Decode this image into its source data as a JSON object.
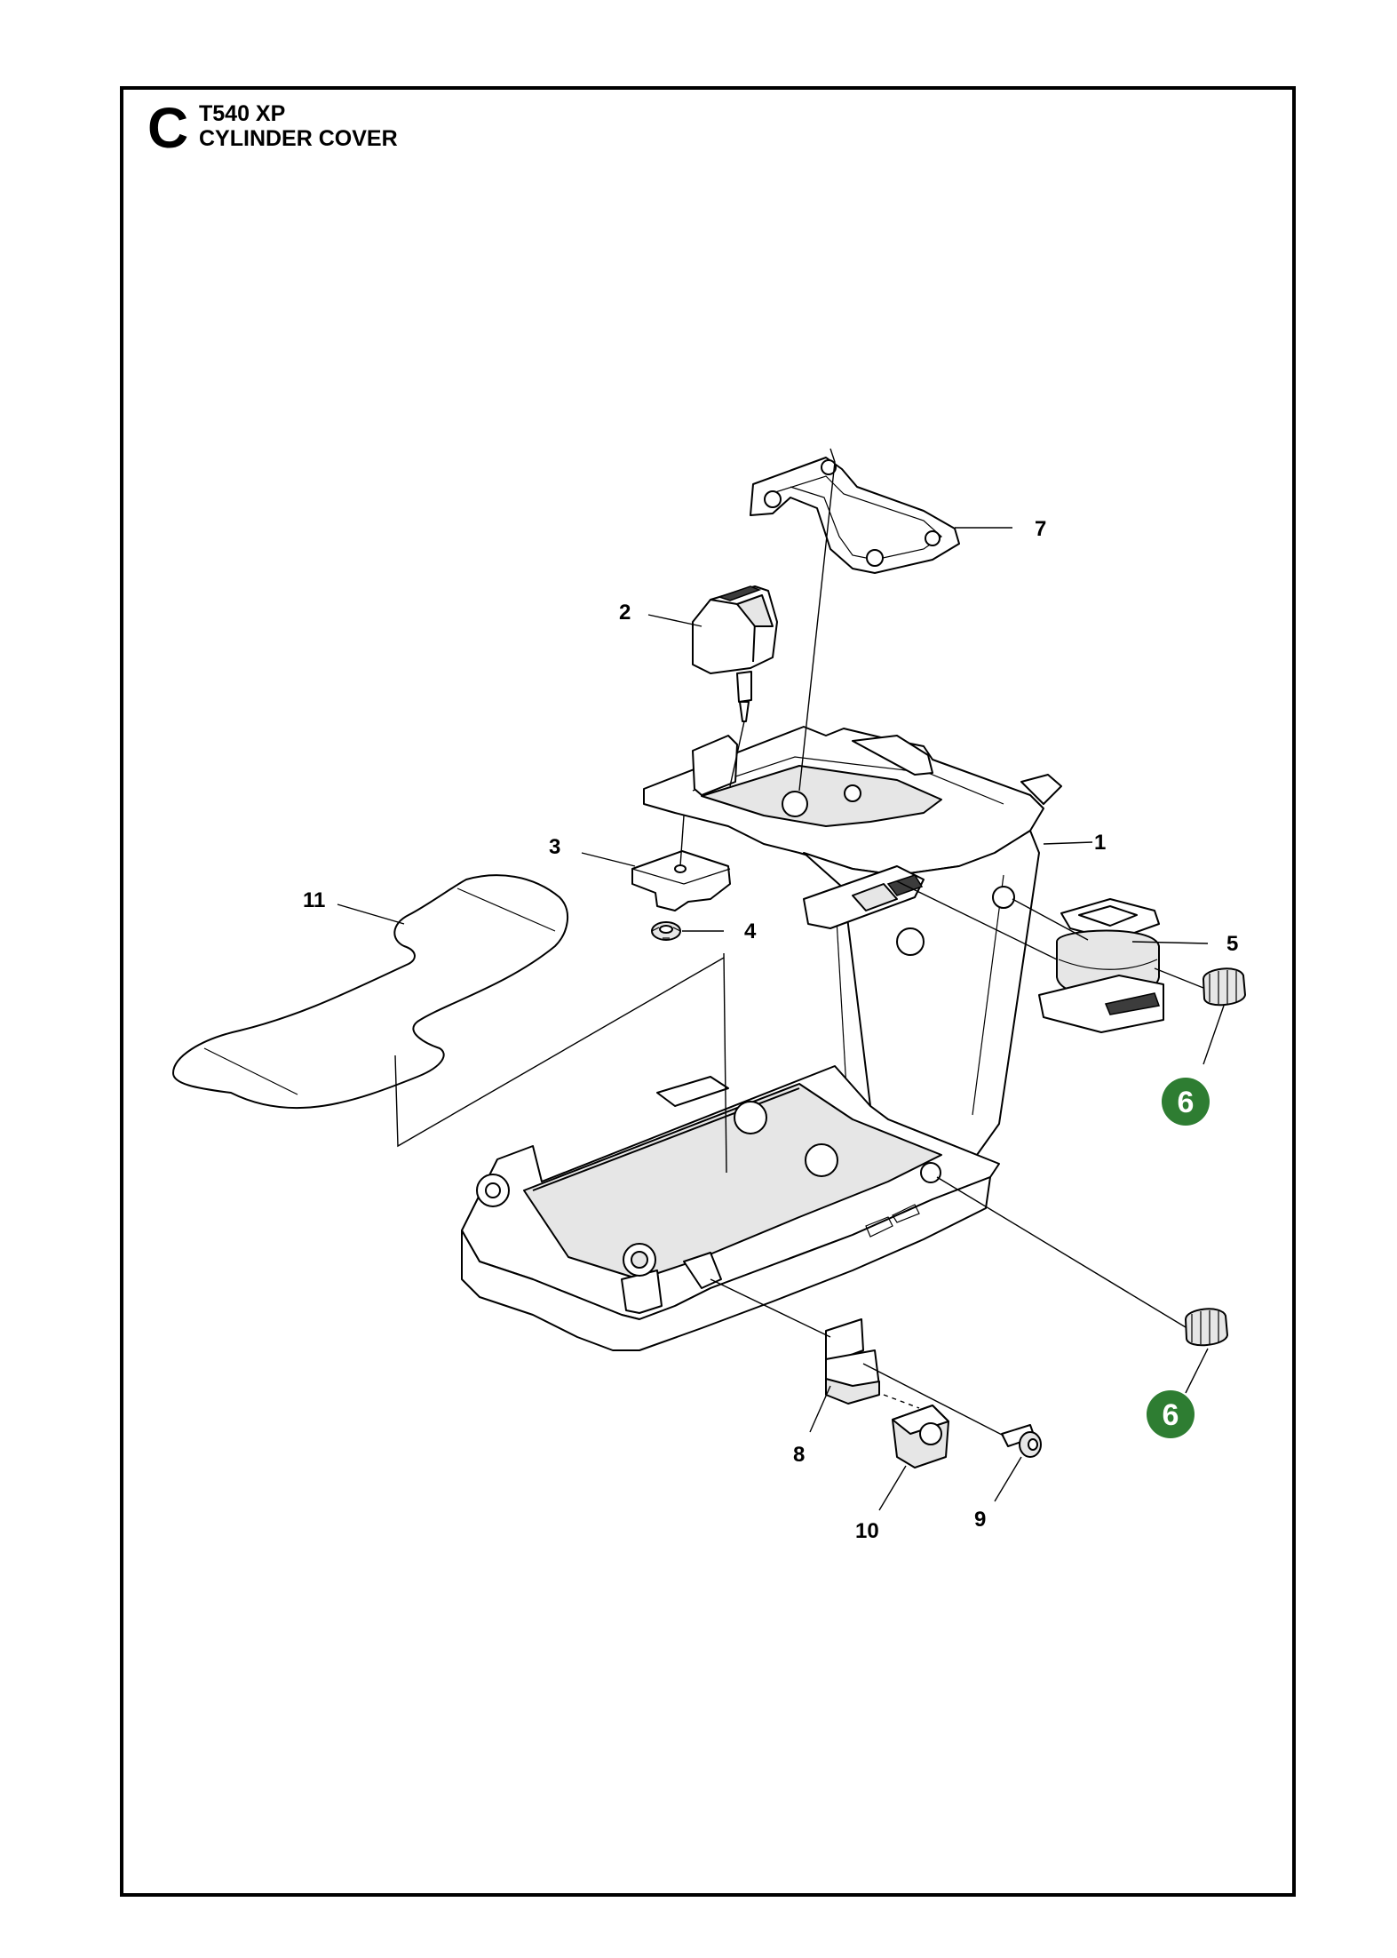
{
  "header": {
    "section_letter": "C",
    "model": "T540 XP",
    "title": "CYLINDER COVER"
  },
  "colors": {
    "highlight_badge": "#2e7d32",
    "line": "#000000",
    "shade": "#e6e6e6"
  },
  "callouts": [
    {
      "id": "c1",
      "label": "1"
    },
    {
      "id": "c2",
      "label": "2"
    },
    {
      "id": "c3",
      "label": "3"
    },
    {
      "id": "c4",
      "label": "4"
    },
    {
      "id": "c5",
      "label": "5"
    },
    {
      "id": "c7",
      "label": "7"
    },
    {
      "id": "c8",
      "label": "8"
    },
    {
      "id": "c9",
      "label": "9"
    },
    {
      "id": "c10",
      "label": "10"
    },
    {
      "id": "c11",
      "label": "11"
    }
  ],
  "highlighted": [
    {
      "id": "h6a",
      "label": "6"
    },
    {
      "id": "h6b",
      "label": "6"
    }
  ]
}
